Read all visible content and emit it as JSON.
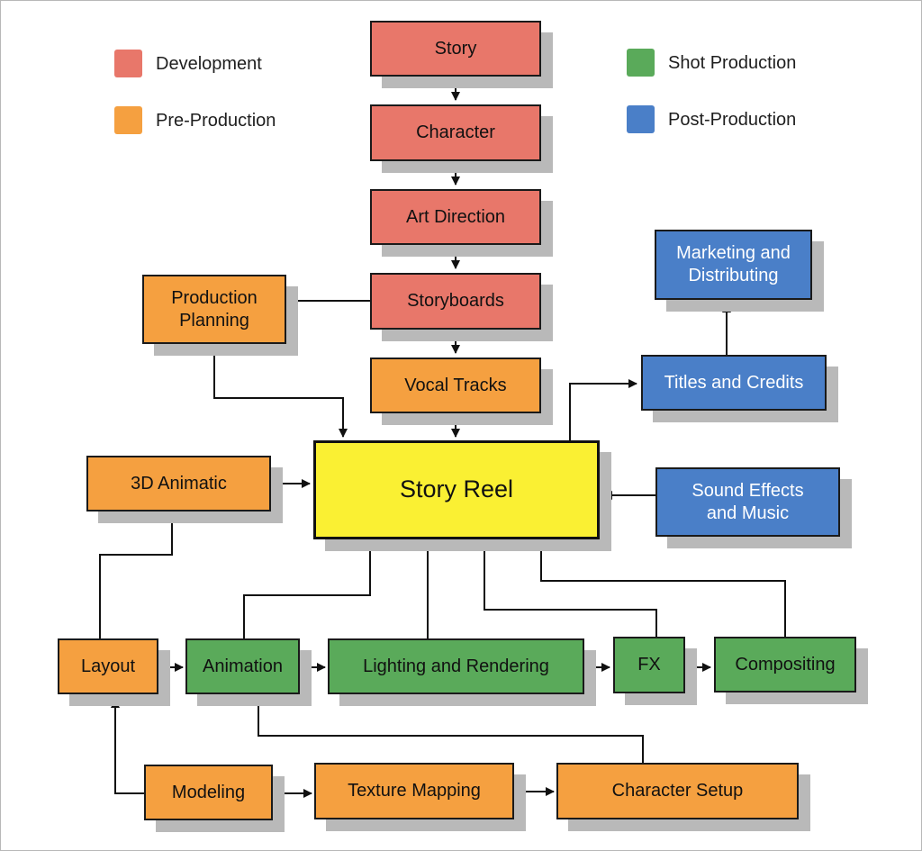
{
  "legend": [
    {
      "label": "Development",
      "color": "#e8776a"
    },
    {
      "label": "Pre-Production",
      "color": "#f5a040"
    },
    {
      "label": "Shot Production",
      "color": "#5aaa5a"
    },
    {
      "label": "Post-Production",
      "color": "#4a7fc8"
    }
  ],
  "nodes": {
    "story": "Story",
    "character": "Character",
    "art_direction": "Art Direction",
    "storyboards": "Storyboards",
    "production_planning": "Production Planning",
    "vocal_tracks": "Vocal Tracks",
    "story_reel": "Story Reel",
    "animatic_3d": "3D Animatic",
    "marketing": "Marketing and Distributing",
    "titles": "Titles and Credits",
    "sound": "Sound Effects and Music",
    "layout": "Layout",
    "animation": "Animation",
    "lighting": "Lighting and Rendering",
    "fx": "FX",
    "compositing": "Compositing",
    "modeling": "Modeling",
    "texture": "Texture Mapping",
    "character_setup": "Character Setup"
  },
  "edges": [
    {
      "from": "story",
      "to": "character"
    },
    {
      "from": "character",
      "to": "art_direction"
    },
    {
      "from": "art_direction",
      "to": "storyboards"
    },
    {
      "from": "storyboards",
      "to": "production_planning"
    },
    {
      "from": "storyboards",
      "to": "vocal_tracks"
    },
    {
      "from": "vocal_tracks",
      "to": "story_reel"
    },
    {
      "from": "production_planning",
      "to": "story_reel"
    },
    {
      "from": "story_reel",
      "to": "titles"
    },
    {
      "from": "titles",
      "to": "marketing"
    },
    {
      "from": "sound",
      "to": "story_reel"
    },
    {
      "from": "animatic_3d",
      "to": "story_reel"
    },
    {
      "from": "layout",
      "to": "animatic_3d"
    },
    {
      "from": "layout",
      "to": "animation"
    },
    {
      "from": "animation",
      "to": "lighting"
    },
    {
      "from": "lighting",
      "to": "fx"
    },
    {
      "from": "fx",
      "to": "compositing"
    },
    {
      "from": "animation",
      "to": "story_reel"
    },
    {
      "from": "lighting",
      "to": "story_reel"
    },
    {
      "from": "fx",
      "to": "story_reel"
    },
    {
      "from": "compositing",
      "to": "story_reel"
    },
    {
      "from": "modeling",
      "to": "layout"
    },
    {
      "from": "modeling",
      "to": "texture"
    },
    {
      "from": "texture",
      "to": "character_setup"
    },
    {
      "from": "character_setup",
      "to": "animation"
    }
  ]
}
